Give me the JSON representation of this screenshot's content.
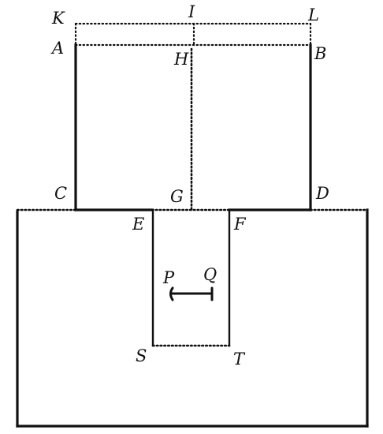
{
  "labels": {
    "K": "K",
    "I": "I",
    "L": "L",
    "A": "A",
    "H": "H",
    "B": "B",
    "C": "C",
    "G": "G",
    "D": "D",
    "E": "E",
    "F": "F",
    "P": "P",
    "Q": "Q",
    "S": "S",
    "T": "T"
  },
  "colors": {
    "ink": "#111111",
    "paper": "#ffffff"
  }
}
